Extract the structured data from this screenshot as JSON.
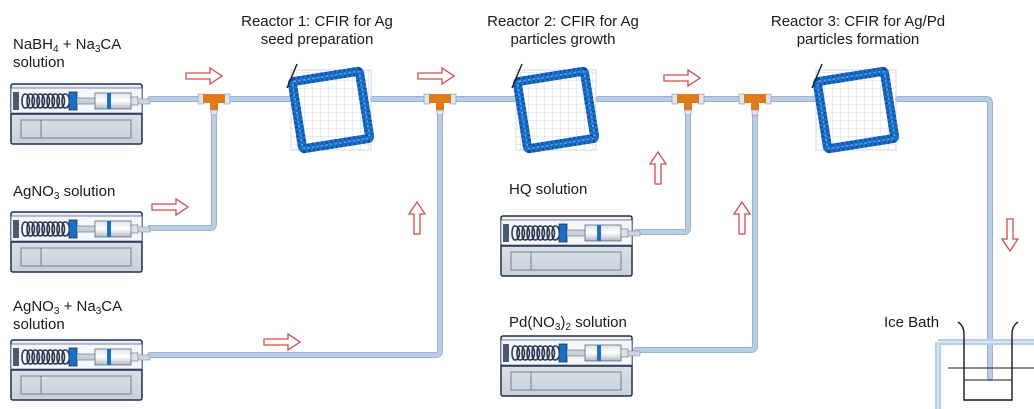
{
  "reactors": [
    {
      "line1": "Reactor 1: CFIR for Ag",
      "line2": "seed preparation"
    },
    {
      "line1": "Reactor 2: CFIR for Ag",
      "line2": "particles growth"
    },
    {
      "line1": "Reactor 3: CFIR for Ag/Pd",
      "line2": "particles formation"
    }
  ],
  "solutions": {
    "s1": {
      "a": "NaBH",
      "a_sub": "4",
      "b": " + Na",
      "b_sub": "3",
      "c": "CA",
      "line2": "solution"
    },
    "s2": {
      "a": "AgNO",
      "a_sub": "3",
      "b": "solution"
    },
    "s3": {
      "a": "AgNO",
      "a_sub": "3",
      "b": " + Na",
      "b_sub": "3",
      "c": "CA",
      "line2": "solution"
    },
    "s4": {
      "a": "HQ solution"
    },
    "s5": {
      "a": "Pd(NO",
      "a_sub": "3",
      "b": ")",
      "b_sub": "2",
      "c": "solution"
    }
  },
  "ice_bath": "Ice Bath",
  "colors": {
    "tube": "#b9cde4",
    "tube_edge": "#9ab3d2",
    "tee": "#e07b1a",
    "arrow": "#d04c4c",
    "coil": "#1a6fc9",
    "pump_body": "#e8ebef",
    "pump_frame": "#1e2f48",
    "bath": "#b9cde4"
  },
  "icons": [
    "syringe-pump-icon",
    "reactor-coil-icon",
    "tee-junction-icon",
    "flow-arrow-icon",
    "ice-bath-beaker-icon"
  ]
}
